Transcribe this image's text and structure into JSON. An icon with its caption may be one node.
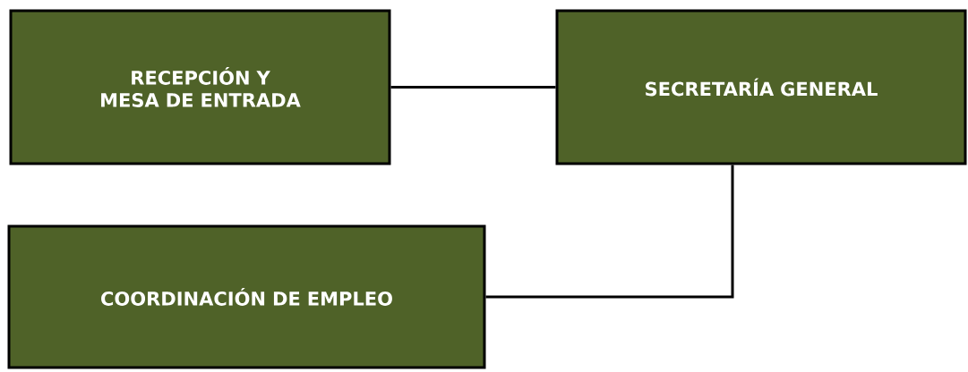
{
  "diagram": {
    "nodes": [
      {
        "text": [
          "RECEPCIÓN Y MESA DE ENTRADA"
        ]
      },
      {
        "text": [
          "SECRETARÍA GENERAL"
        ]
      },
      {
        "text": [
          "COORDINACIÓN DE EMPLEO"
        ]
      }
    ],
    "edges": [
      {
        "from": 0,
        "to": 1,
        "arrow": "none"
      },
      {
        "from": 1,
        "to": 2,
        "arrow": "none"
      }
    ]
  }
}
